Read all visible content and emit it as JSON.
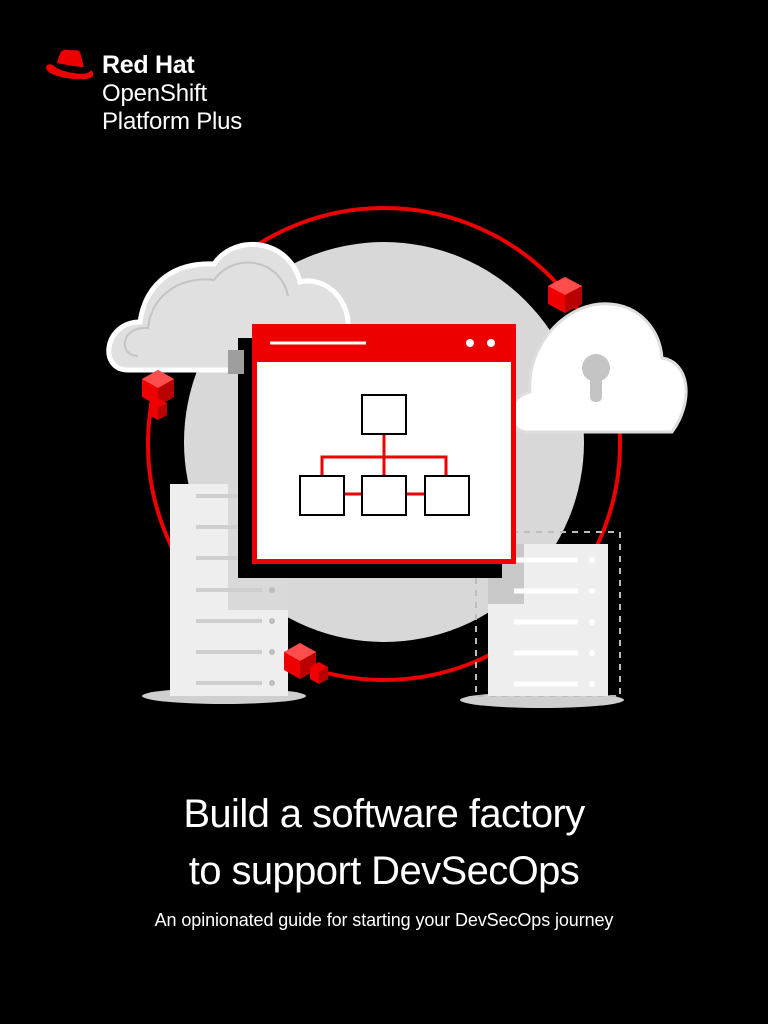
{
  "brand": {
    "line1": "Red Hat",
    "line2": "OpenShift",
    "line3": "Platform Plus",
    "accent_color": "#ee0000"
  },
  "title": {
    "line1": "Build a software factory",
    "line2": "to support DevSecOps"
  },
  "subtitle": "An opinionated guide for starting your DevSecOps journey",
  "illustration": {
    "icons": [
      "cloud-icon",
      "locked-cloud-icon",
      "browser-window-icon",
      "org-chart-icon",
      "server-icon",
      "red-cube-icon"
    ]
  }
}
